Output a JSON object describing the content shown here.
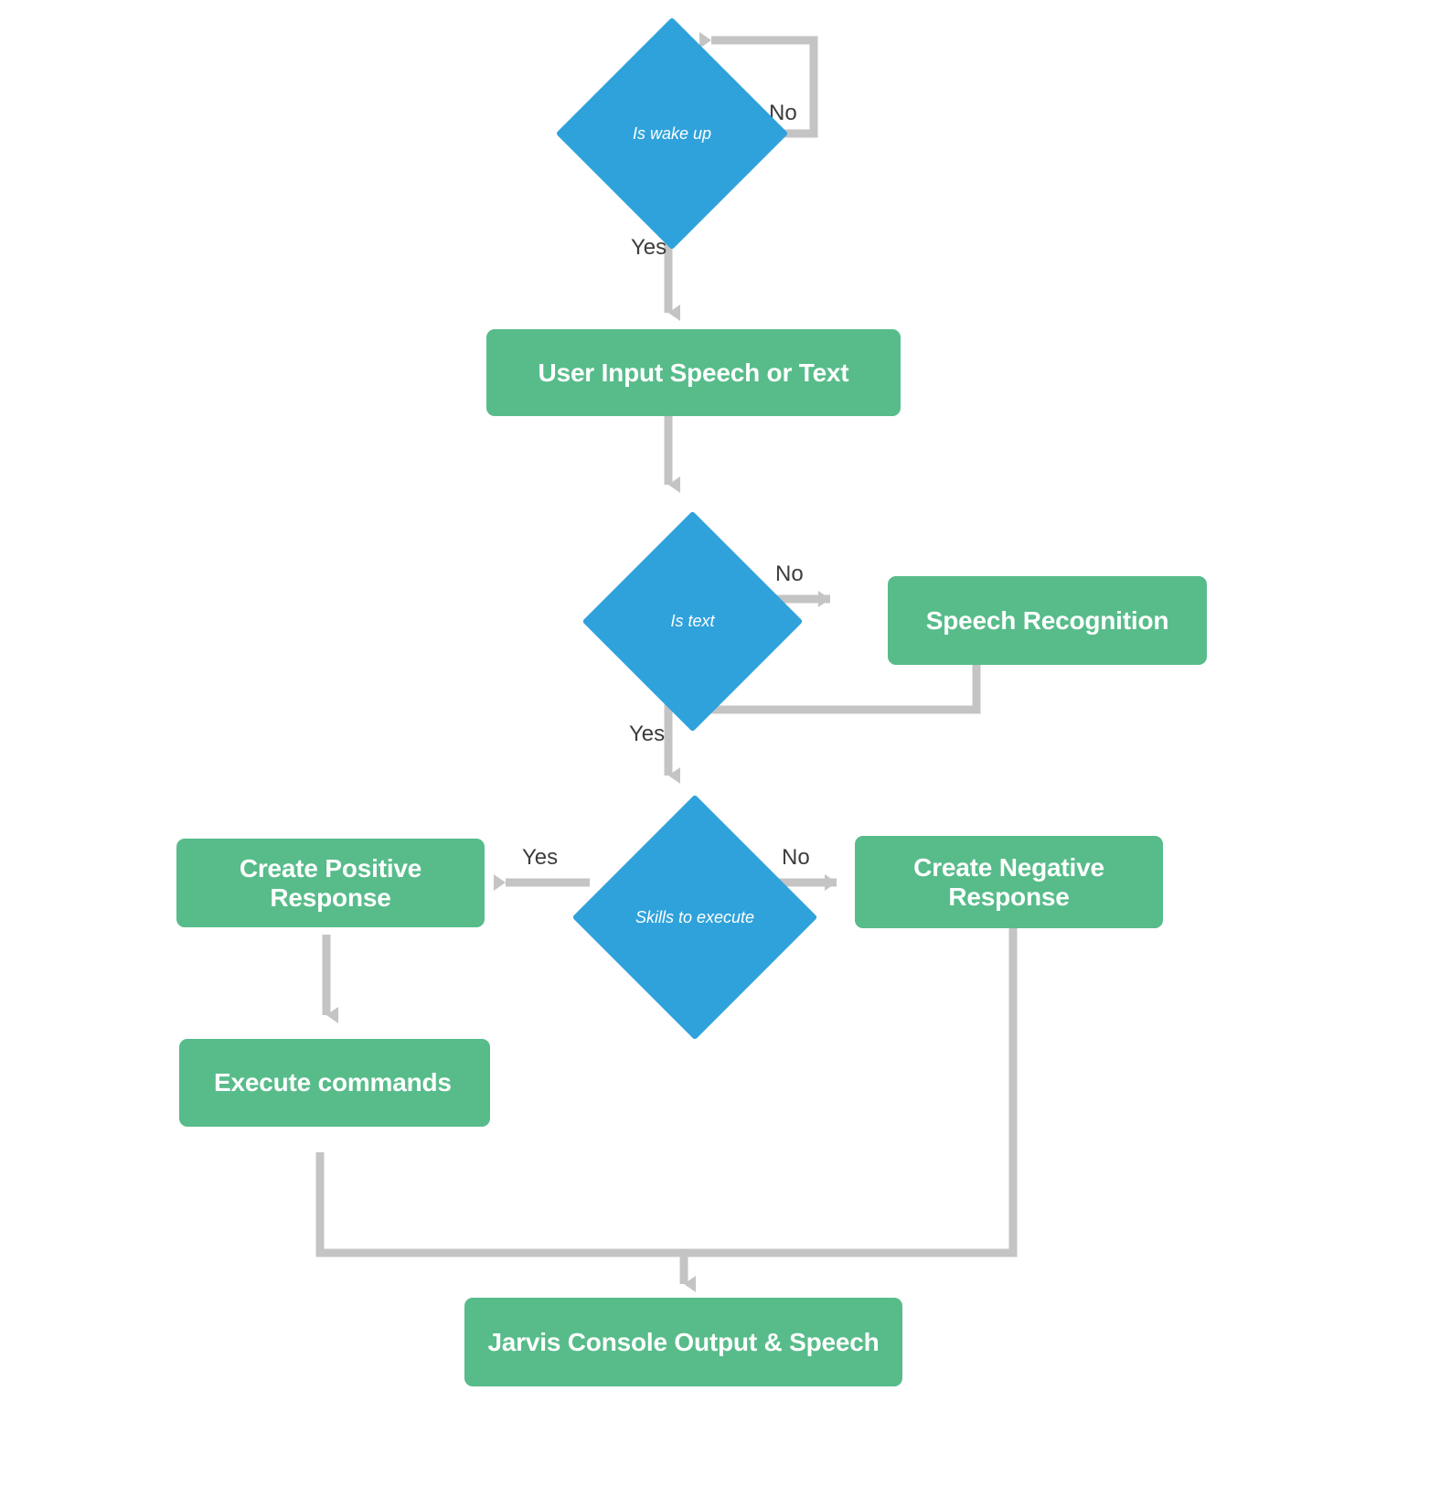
{
  "diagram": {
    "title": "Jarvis voice assistant flowchart",
    "colors": {
      "decision_fill": "#2fa2db",
      "process_fill": "#57bc8a",
      "connector": "#c4c4c4",
      "label_text": "#3c3c3c",
      "node_text": "#ffffff",
      "background": "#ffffff"
    },
    "nodes": [
      {
        "id": "is_wake_up",
        "type": "decision",
        "label": "Is wake up"
      },
      {
        "id": "user_input",
        "type": "process",
        "label": "User Input Speech or Text"
      },
      {
        "id": "is_text",
        "type": "decision",
        "label": "Is text"
      },
      {
        "id": "speech_recognition",
        "type": "process",
        "label": "Speech Recognition"
      },
      {
        "id": "skills_to_execute",
        "type": "decision",
        "label": "Skills to execute"
      },
      {
        "id": "create_positive",
        "type": "process",
        "label": "Create Positive Response"
      },
      {
        "id": "create_negative",
        "type": "process",
        "label": "Create Negative Response"
      },
      {
        "id": "execute_commands",
        "type": "process",
        "label": "Execute commands"
      },
      {
        "id": "jarvis_output",
        "type": "process",
        "label": "Jarvis  Console Output & Speech"
      }
    ],
    "edge_labels": {
      "wake_no": "No",
      "wake_yes": "Yes",
      "is_text_no": "No",
      "is_text_yes": "Yes",
      "skills_yes": "Yes",
      "skills_no": "No"
    }
  }
}
